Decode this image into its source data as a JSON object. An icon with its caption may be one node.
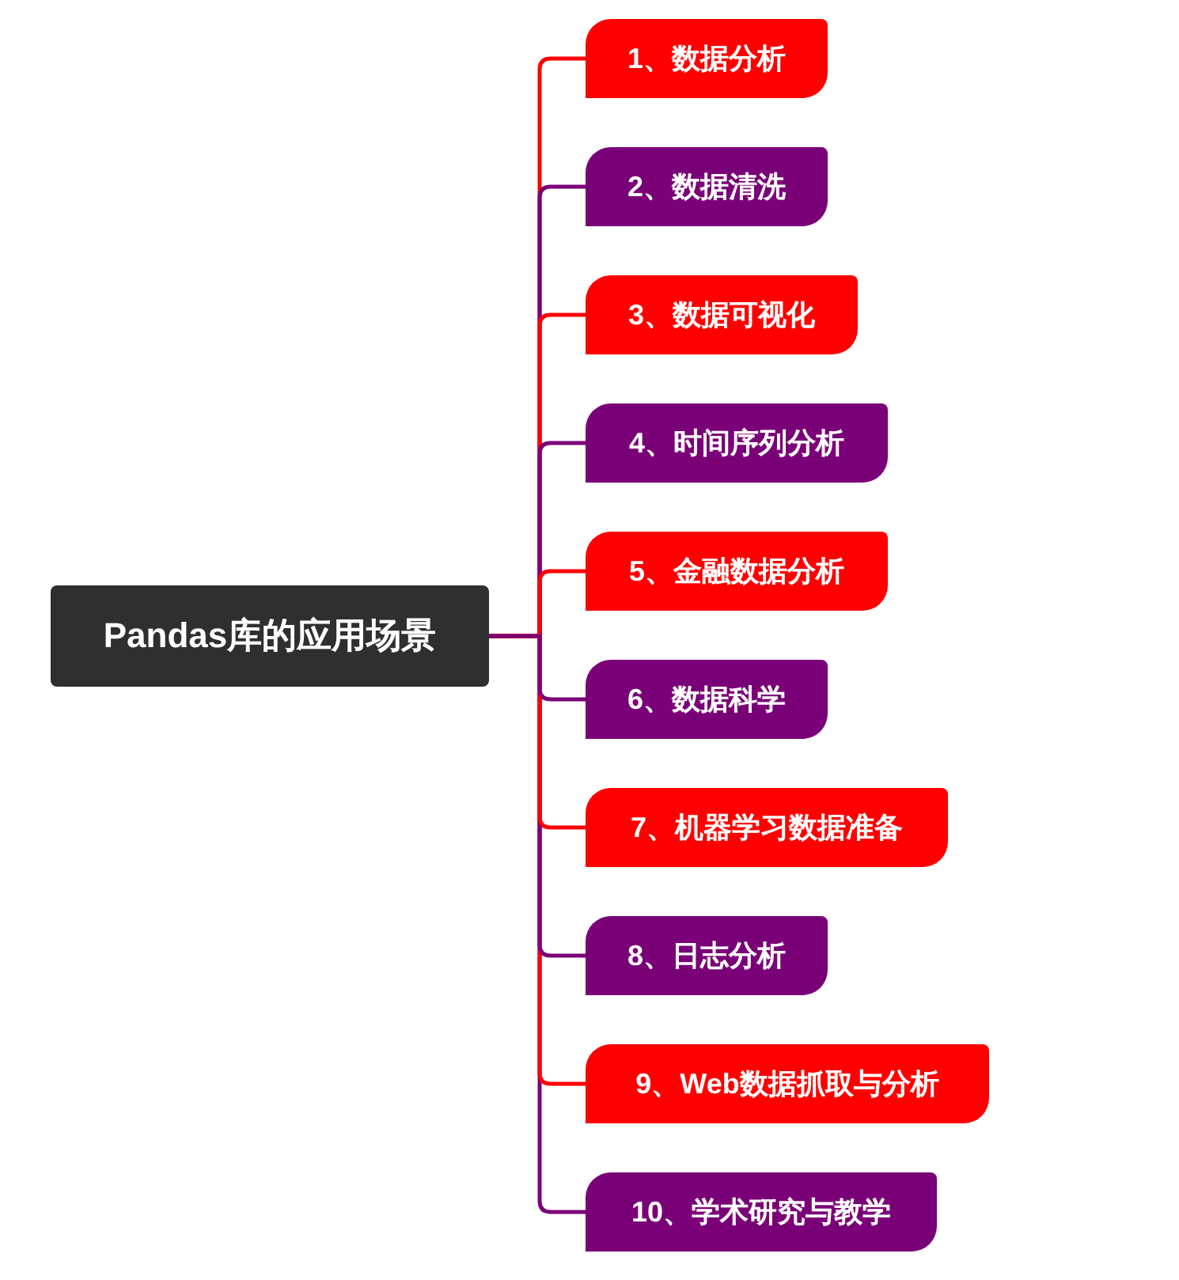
{
  "diagram": {
    "nodes": [
      {
        "text": [
          "Pandas库的应用场景"
        ]
      },
      {
        "text": [
          "1、数据分析"
        ]
      },
      {
        "text": [
          "2、数据清洗"
        ]
      },
      {
        "text": [
          "3、数据可视化"
        ]
      },
      {
        "text": [
          "4、时间序列分析"
        ]
      },
      {
        "text": [
          "5、金融数据分析"
        ]
      },
      {
        "text": [
          "6、数据科学"
        ]
      },
      {
        "text": [
          "7、机器学习数据准备"
        ]
      },
      {
        "text": [
          "8、日志分析"
        ]
      },
      {
        "text": [
          "9、Web数据抓取与分析"
        ]
      },
      {
        "text": [
          "10、学术研究与教学"
        ]
      }
    ],
    "edges": [
      {
        "from": 0,
        "to": 1,
        "arrow": "none",
        "color": "#ff0000"
      },
      {
        "from": 0,
        "to": 2,
        "arrow": "none",
        "color": "#7a0078"
      },
      {
        "from": 0,
        "to": 3,
        "arrow": "none",
        "color": "#ff0000"
      },
      {
        "from": 0,
        "to": 4,
        "arrow": "none",
        "color": "#7a0078"
      },
      {
        "from": 0,
        "to": 5,
        "arrow": "none",
        "color": "#ff0000"
      },
      {
        "from": 0,
        "to": 6,
        "arrow": "none",
        "color": "#7a0078"
      },
      {
        "from": 0,
        "to": 7,
        "arrow": "none",
        "color": "#ff0000"
      },
      {
        "from": 0,
        "to": 8,
        "arrow": "none",
        "color": "#7a0078"
      },
      {
        "from": 0,
        "to": 9,
        "arrow": "none",
        "color": "#ff0000"
      },
      {
        "from": 0,
        "to": 10,
        "arrow": "none",
        "color": "#7a0078"
      }
    ]
  }
}
